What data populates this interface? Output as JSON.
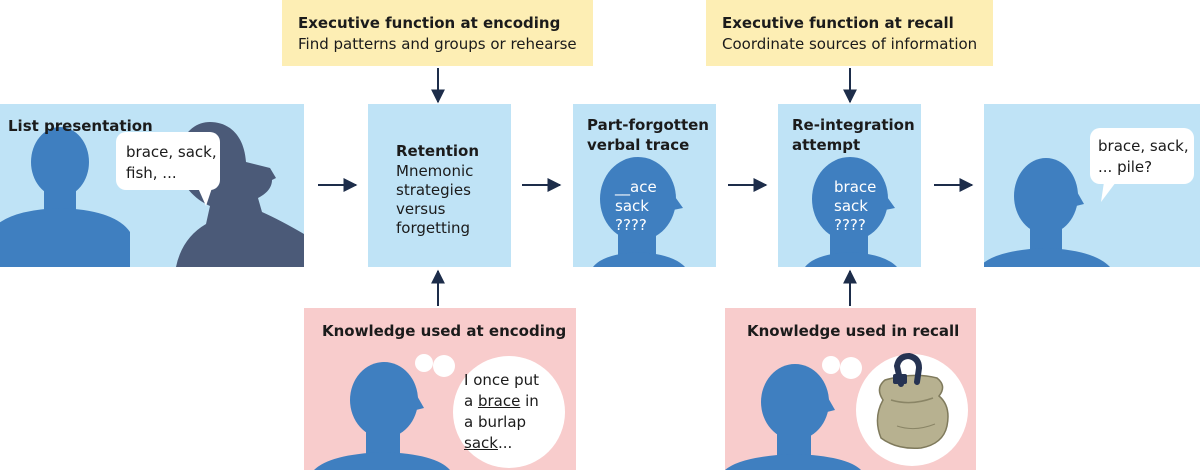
{
  "colors": {
    "panel_blue": "#bfe3f6",
    "panel_yellow": "#fdeeb4",
    "panel_pink": "#f8cccc",
    "head_blue": "#3f7fc0",
    "head_dark": "#4b5a78",
    "arrow": "#1d2d4a",
    "sack": "#b7b190"
  },
  "executive_encoding": {
    "title": "Executive function at encoding",
    "subtitle": "Find patterns and groups or rehearse"
  },
  "executive_recall": {
    "title": "Executive function at recall",
    "subtitle": "Coordinate sources of information"
  },
  "list_presentation": {
    "title": "List presentation",
    "speech_line1": "brace, sack,",
    "speech_line2": "fish, ..."
  },
  "retention": {
    "title": "Retention",
    "line1": "Mnemonic",
    "line2": "strategies",
    "line3": "versus",
    "line4": "forgetting"
  },
  "part_forgotten": {
    "title_line1": "Part-forgotten",
    "title_line2": "verbal trace",
    "head_line1": "__ace",
    "head_line2": "sack",
    "head_line3": "????"
  },
  "reintegration": {
    "title_line1": "Re-integration",
    "title_line2": "attempt",
    "head_line1": "brace",
    "head_line2": "sack",
    "head_line3": "????"
  },
  "final_recall": {
    "speech_line1": "brace, sack,",
    "speech_line2": "... pile?"
  },
  "knowledge_encoding": {
    "title": "Knowledge used at encoding",
    "thought_line1": "I once put",
    "thought_line2_pre": "a ",
    "thought_line2_word": "brace",
    "thought_line2_post": " in",
    "thought_line3": "a burlap",
    "thought_line4_word": "sack",
    "thought_line4_post": "..."
  },
  "knowledge_recall": {
    "title": "Knowledge used in recall"
  }
}
